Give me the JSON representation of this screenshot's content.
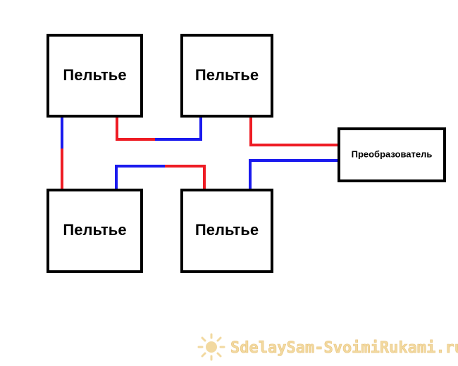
{
  "modules": [
    {
      "id": "top-left",
      "label": "Пельтье"
    },
    {
      "id": "top-right",
      "label": "Пельтье"
    },
    {
      "id": "bottom-left",
      "label": "Пельтье"
    },
    {
      "id": "bottom-right",
      "label": "Пельтье"
    }
  ],
  "converter": {
    "label": "Преобразователь"
  },
  "watermark": {
    "text": "SdelaySam-SvoimiRukami.ru",
    "icon": "sun-icon"
  },
  "colors": {
    "positive_wire": "#ee1c24",
    "negative_wire": "#1a1aee",
    "box_outline": "#000000",
    "watermark": "#f2d9a0"
  }
}
